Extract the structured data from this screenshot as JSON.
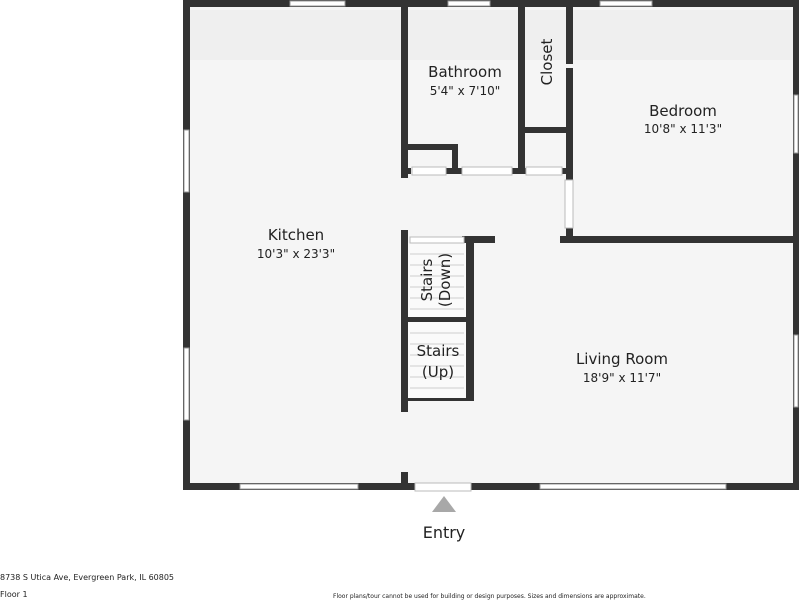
{
  "rooms": {
    "kitchen": {
      "name": "Kitchen",
      "size": "10'3\" x 23'3\""
    },
    "bathroom": {
      "name": "Bathroom",
      "size": "5'4\" x 7'10\""
    },
    "closet": {
      "name": "Closet"
    },
    "bedroom": {
      "name": "Bedroom",
      "size": "10'8\" x 11'3\""
    },
    "living_room": {
      "name": "Living Room",
      "size": "18'9\" x 11'7\""
    },
    "stairs_down": {
      "line1": "Stairs",
      "line2": "(Down)"
    },
    "stairs_up": {
      "line1": "Stairs",
      "line2": "(Up)"
    }
  },
  "entry": {
    "label": "Entry"
  },
  "footer": {
    "address": "8738 S Utica Ave, Evergreen Park, IL 60805",
    "floor": "Floor 1",
    "disclaimer": "Floor plans/tour cannot be used for building or design purposes. Sizes and dimensions are approximate."
  },
  "colors": {
    "wall": "#333333",
    "floor": "#f5f5f5",
    "entry_marker": "#a8a8a8"
  }
}
